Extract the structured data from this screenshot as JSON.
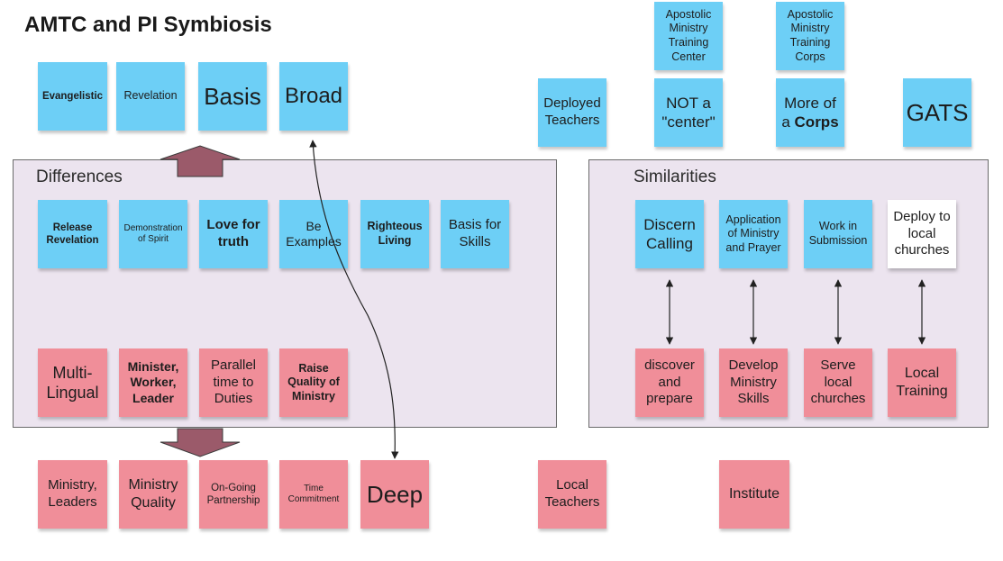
{
  "title": "AMTC and PI Symbiosis",
  "frames": {
    "differences": "Differences",
    "similarities": "Similarities"
  },
  "top_row": [
    "Evangelistic",
    "Revelation",
    "Basis",
    "Broad"
  ],
  "diff_blue": [
    "Release Revelation",
    "Demonstration of Spirit",
    "Love for truth",
    "Be Examples",
    "Righteous Living",
    "Basis for Skills"
  ],
  "diff_pink": [
    "Multi-Lingual",
    "Minister, Worker, Leader",
    "Parallel time to Duties",
    "Raise Quality of Ministry"
  ],
  "bottom_row": [
    "Ministry, Leaders",
    "Ministry Quality",
    "On-Going Partnership",
    "Time Commitment",
    "Deep"
  ],
  "right_top": {
    "deployed_teachers": "Deployed Teachers",
    "amtc_name": "Apostolic Ministry Training Center",
    "not_center": "NOT a \"center\"",
    "amtc_corps_name": "Apostolic Ministry Training Corps",
    "more_of_a": "More of a",
    "corps": "Corps",
    "gats": "GATS"
  },
  "sim_top": [
    "Discern Calling",
    "Application of Ministry and Prayer",
    "Work in Submission",
    "Deploy to local churches"
  ],
  "sim_bottom": [
    "discover and prepare",
    "Develop Ministry Skills",
    "Serve local churches",
    "Local Training"
  ],
  "bottom_right": {
    "local_teachers": "Local Teachers",
    "institute": "Institute"
  }
}
